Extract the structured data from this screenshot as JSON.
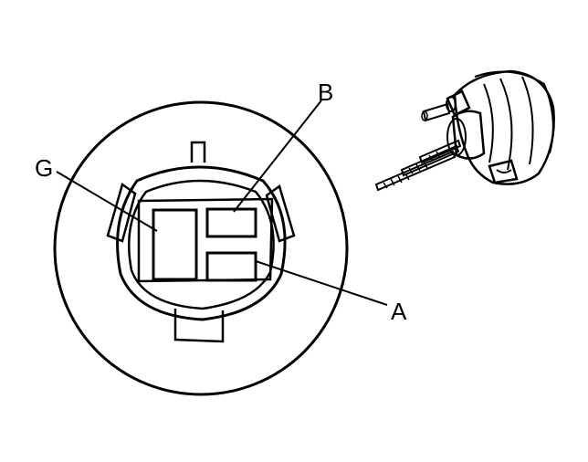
{
  "labels": {
    "b": "B",
    "g": "G",
    "a": "A"
  },
  "colors": {
    "ink": "#000000",
    "paper": "#ffffff"
  }
}
